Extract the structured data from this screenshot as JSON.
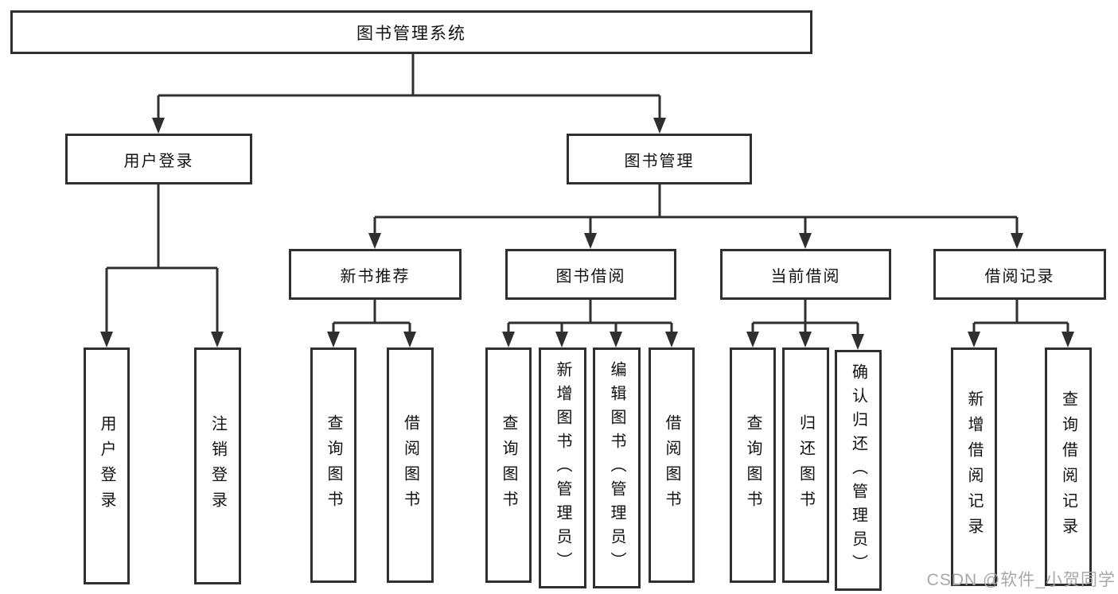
{
  "title": "图书管理系统",
  "watermark": "CSDN @软件_小贺同学",
  "colors": {
    "line": "#2f2f2f",
    "text": "#111111",
    "background": "#ffffff",
    "watermark_gray": "#a8a8a8"
  },
  "tree": {
    "root": {
      "label": "图书管理系统"
    },
    "branches": [
      {
        "label": "用户登录",
        "children": [
          {
            "label": "用户登录"
          },
          {
            "label": "注销登录"
          }
        ]
      },
      {
        "label": "图书管理",
        "children": [
          {
            "label": "新书推荐",
            "children": [
              {
                "label": "查询图书"
              },
              {
                "label": "借阅图书"
              }
            ]
          },
          {
            "label": "图书借阅",
            "children": [
              {
                "label": "查询图书"
              },
              {
                "label": "新增图书（管理员）"
              },
              {
                "label": "编辑图书（管理员）"
              },
              {
                "label": "借阅图书"
              }
            ]
          },
          {
            "label": "当前借阅",
            "children": [
              {
                "label": "查询图书"
              },
              {
                "label": "归还图书"
              },
              {
                "label": "确认归还（管理员）"
              }
            ]
          },
          {
            "label": "借阅记录",
            "children": [
              {
                "label": "新增借阅记录"
              },
              {
                "label": "查询借阅记录"
              }
            ]
          }
        ]
      }
    ]
  }
}
